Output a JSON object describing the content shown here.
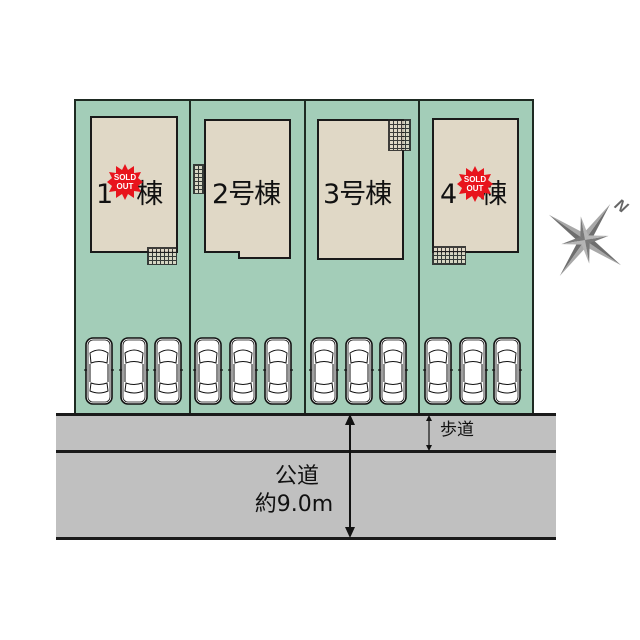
{
  "lots": [
    {
      "id": 1,
      "label": "1号棟",
      "number": "1",
      "suffix": "棟",
      "sold_out": true
    },
    {
      "id": 2,
      "label": "2号棟",
      "number": "2",
      "suffix": "号棟",
      "sold_out": false
    },
    {
      "id": 3,
      "label": "3号棟",
      "number": "3",
      "suffix": "号棟",
      "sold_out": false
    },
    {
      "id": 4,
      "label": "4号棟",
      "number": "4",
      "suffix": "棟",
      "sold_out": true
    }
  ],
  "badge": {
    "line1": "SOLD",
    "line2": "OUT",
    "color": "#e8141c"
  },
  "sidewalk": {
    "label": "歩道"
  },
  "road": {
    "label": "公道",
    "width": "約9.0m"
  },
  "compass": {
    "north_label": "N"
  },
  "parking": {
    "spaces_per_lot": 3,
    "total_spaces": 12
  },
  "colors": {
    "lot": "#a3cdb8",
    "building": "#e0d8c6",
    "road": "#c0c0c0",
    "compass": "#707070"
  }
}
